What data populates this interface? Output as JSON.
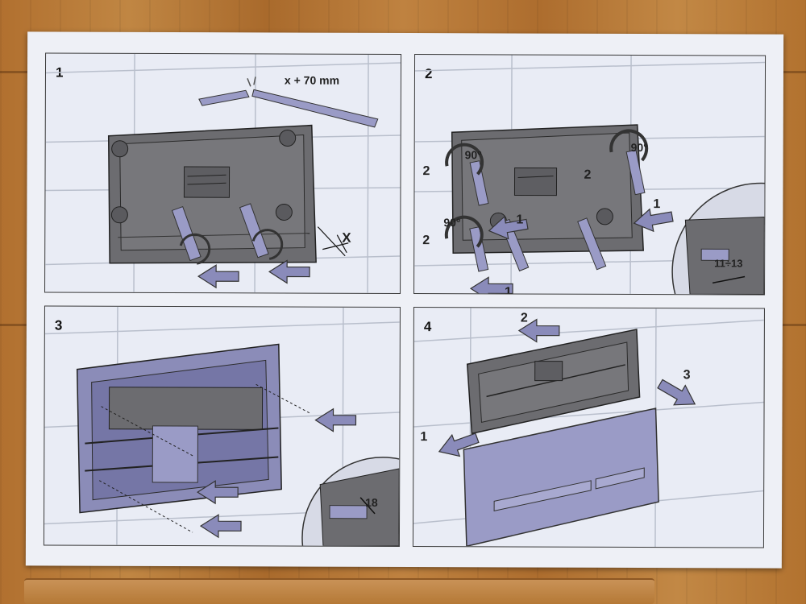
{
  "document": {
    "kind": "installation-instructions-sheet"
  },
  "steps": [
    {
      "number": "1",
      "labels": {
        "dimension": "x + 70 mm",
        "offset": "X"
      }
    },
    {
      "number": "2",
      "labels": {
        "angle_left": "90°",
        "angle_lower": "90°",
        "angle_right": "90°",
        "rotate_step": "2",
        "push_step": "1",
        "depth": "11÷13"
      }
    },
    {
      "number": "3",
      "labels": {
        "gap": "18"
      }
    },
    {
      "number": "4",
      "labels": {
        "first": "1",
        "second": "2",
        "third": "3"
      }
    }
  ],
  "colors": {
    "tile_lines": "#b9bfcc",
    "frame_dark": "#6c6c70",
    "frame_blue": "#8b8cb8",
    "arrow_fill": "#8a8bba",
    "panel_border": "#3a3a3a",
    "paper": "#eef0f6"
  }
}
